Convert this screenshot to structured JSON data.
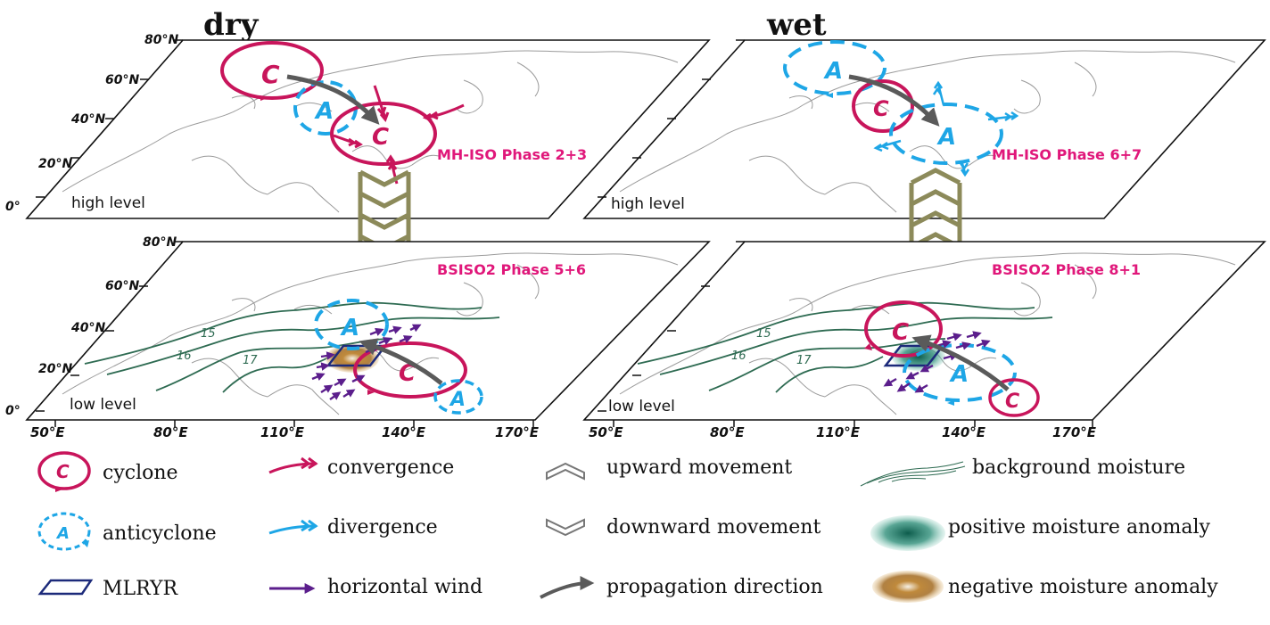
{
  "panels": {
    "dry": {
      "title": "dry",
      "high_label": "high level",
      "low_label": "low level",
      "phase_high": "MH-ISO Phase 2+3",
      "phase_low": "BSISO2 Phase 5+6",
      "lat_high": [
        "80°N",
        "60°N",
        "40°N",
        "20°N",
        "0°"
      ],
      "lat_low": [
        "80°N",
        "60°N",
        "40°N",
        "20°N",
        "0°"
      ],
      "lon": [
        "50°E",
        "80°E",
        "110°E",
        "140°E",
        "170°E"
      ],
      "contours": [
        "15",
        "16",
        "17"
      ]
    },
    "wet": {
      "title": "wet",
      "high_label": "high level",
      "low_label": "low level",
      "phase_high": "MH-ISO Phase 6+7",
      "phase_low": "BSISO2 Phase 8+1",
      "lon": [
        "50°E",
        "80°E",
        "110°E",
        "140°E",
        "170°E"
      ],
      "contours": [
        "15",
        "16",
        "17"
      ]
    }
  },
  "symbols": {
    "cyclone_letter": "C",
    "anticyclone_letter": "A"
  },
  "legend": {
    "cyclone": "cyclone",
    "anticyclone": "anticyclone",
    "mlryr": "MLRYR",
    "convergence": "convergence",
    "divergence": "divergence",
    "horizontal_wind": "horizontal wind",
    "upward": "upward movement",
    "downward": "downward movement",
    "propagation": "propagation direction",
    "background_moisture": "background moisture",
    "positive_moisture": "positive moisture anomaly",
    "negative_moisture": "negative moisture anomaly"
  },
  "colors": {
    "cyclone": "#c8155b",
    "anticyclone": "#1ea6e6",
    "horizontal_wind": "#5b1e8c",
    "vertical": "#8c8a5a",
    "propagation": "#5a5a5a",
    "moisture_contour": "#2e6b52",
    "mlryr": "#1c2a7a",
    "phase_text": "#e0177a"
  }
}
